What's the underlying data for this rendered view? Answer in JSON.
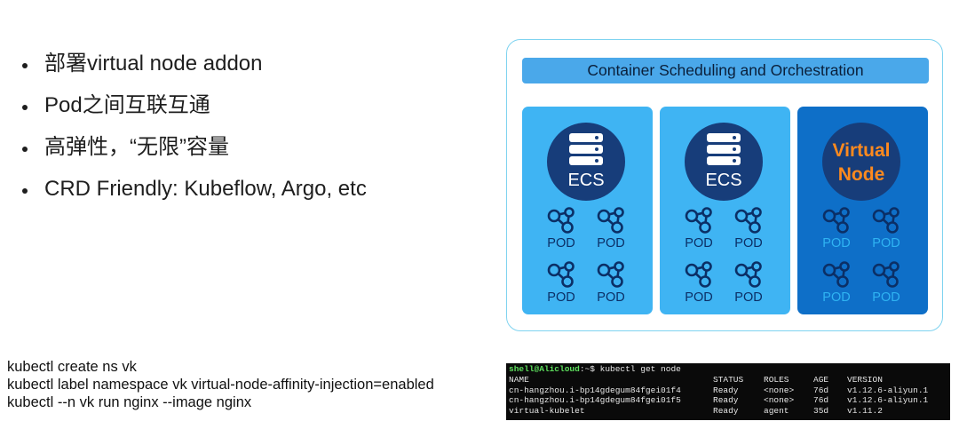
{
  "bullets": [
    "部署virtual node addon",
    "Pod之间互联互通",
    "高弹性，“无限”容量",
    "CRD Friendly: Kubeflow, Argo, etc"
  ],
  "commands": [
    "kubectl create ns vk",
    "kubectl label namespace vk virtual-node-affinity-injection=enabled",
    "kubectl --n vk run nginx --image nginx"
  ],
  "diagram": {
    "title": "Container Scheduling and Orchestration",
    "ecs_label": "ECS",
    "virtual_node_label_line1": "Virtual",
    "virtual_node_label_line2": "Node",
    "pod_label": "POD"
  },
  "terminal": {
    "prompt_user": "shell@Alicloud",
    "prompt_rest": ":~$ kubectl get node",
    "headers": [
      "NAME",
      "STATUS",
      "ROLES",
      "AGE",
      "VERSION"
    ],
    "rows": [
      [
        "cn-hangzhou.i-bp14gdegum84fgei01f4",
        "Ready",
        "<none>",
        "76d",
        "v1.12.6-aliyun.1"
      ],
      [
        "cn-hangzhou.i-bp14gdegum84fgei01f5",
        "Ready",
        "<none>",
        "76d",
        "v1.12.6-aliyun.1"
      ],
      [
        "virtual-kubelet",
        "Ready",
        "agent",
        "35d",
        "v1.11.2"
      ]
    ]
  },
  "colors": {
    "ecs_node": "#3fb4f3",
    "virtual_node": "#0e6fc8",
    "title_bar": "#4aa8ea",
    "virtual_label": "#ff8a1e",
    "prompt": "#5ee15e"
  }
}
